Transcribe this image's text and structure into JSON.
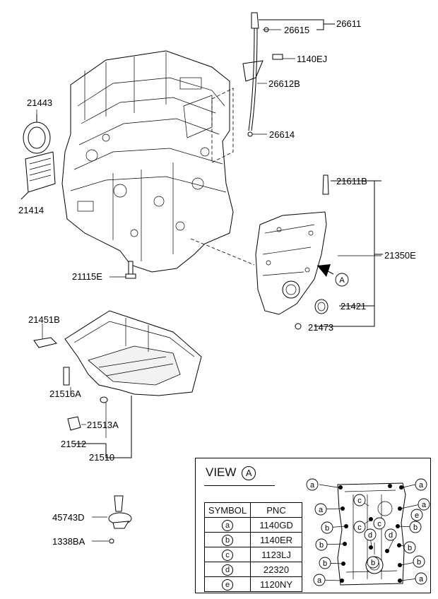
{
  "labels": {
    "p26611": "26611",
    "p26615": "26615",
    "p1140EJ": "1140EJ",
    "p26612B": "26612B",
    "p26614": "26614",
    "p21443": "21443",
    "p21414": "21414",
    "p21611B": "21611B",
    "p21350E": "21350E",
    "p21115E": "21115E",
    "p21421": "21421",
    "p21473": "21473",
    "p21451B": "21451B",
    "p21516A": "21516A",
    "p21513A": "21513A",
    "p21512": "21512",
    "p21510": "21510",
    "p45743D": "45743D",
    "p1338BA": "1338BA",
    "viewRef": "A"
  },
  "view": {
    "title": "VIEW",
    "circle": "A",
    "table": {
      "headers": [
        "SYMBOL",
        "PNC"
      ],
      "rows": [
        {
          "symbol": "a",
          "pnc": "1140GD"
        },
        {
          "symbol": "b",
          "pnc": "1140ER"
        },
        {
          "symbol": "c",
          "pnc": "1123LJ"
        },
        {
          "symbol": "d",
          "pnc": "22320"
        },
        {
          "symbol": "e",
          "pnc": "1120NY"
        }
      ]
    },
    "callouts": [
      "a",
      "a",
      "a",
      "a",
      "b",
      "b",
      "c",
      "b",
      "c",
      "b",
      "b",
      "b",
      "b",
      "a",
      "a",
      "c",
      "d",
      "e",
      "d",
      "b"
    ]
  }
}
